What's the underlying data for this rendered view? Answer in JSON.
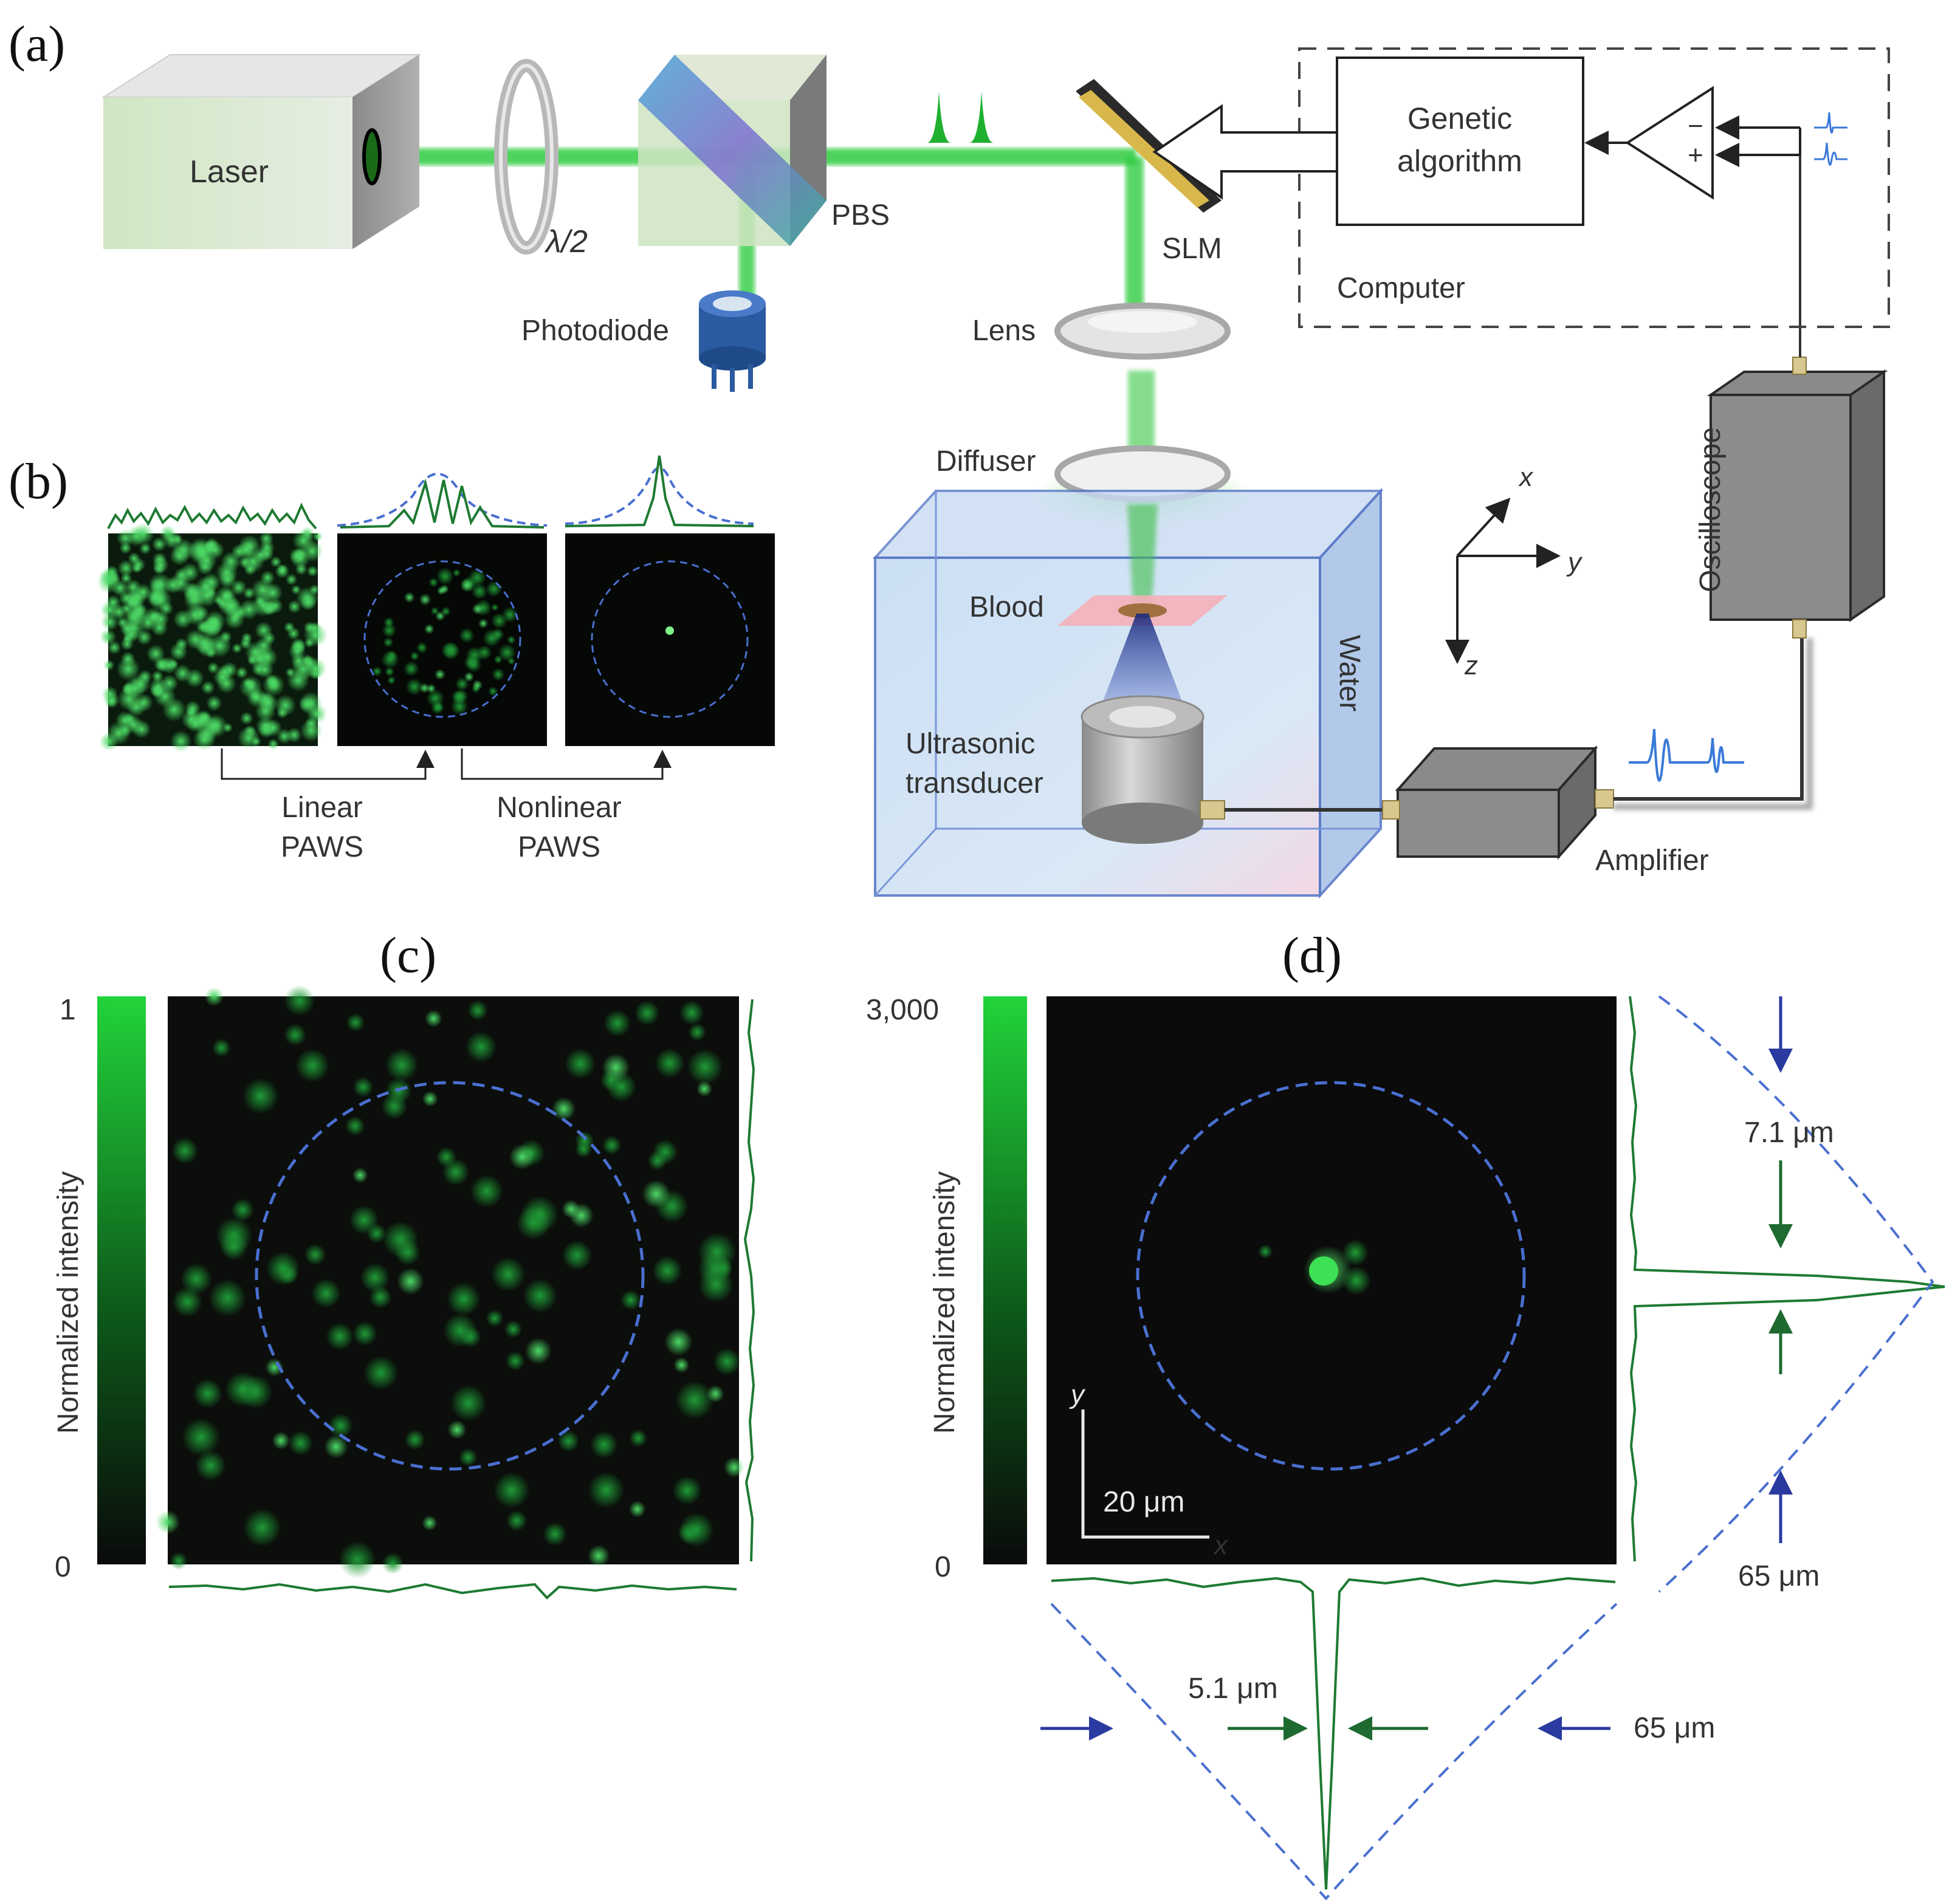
{
  "panels": {
    "a": "(a)",
    "b": "(b)",
    "c": "(c)",
    "d": "(d)"
  },
  "setup": {
    "laser": "Laser",
    "half_wave": "λ/2",
    "pbs": "PBS",
    "photodiode": "Photodiode",
    "slm": "SLM",
    "lens": "Lens",
    "diffuser": "Diffuser",
    "blood": "Blood",
    "water": "Water",
    "transducer_line1": "Ultrasonic",
    "transducer_line2": "transducer",
    "amplifier": "Amplifier",
    "oscilloscope": "Oscilloscope",
    "computer": "Computer",
    "ga_line1": "Genetic",
    "ga_line2": "algorithm",
    "minus": "−",
    "plus": "+",
    "axis_x": "x",
    "axis_y": "y",
    "axis_z": "z"
  },
  "panel_b": {
    "linear_line1": "Linear",
    "linear_line2": "PAWS",
    "nonlinear_line1": "Nonlinear",
    "nonlinear_line2": "PAWS"
  },
  "panel_c": {
    "colorbar_max": "1",
    "colorbar_min": "0",
    "colorbar_label": "Normalized intensity"
  },
  "panel_d": {
    "colorbar_max": "3,000",
    "colorbar_min": "0",
    "colorbar_label": "Normalized intensity",
    "scalebar": "20 μm",
    "axis_x": "x",
    "axis_y": "y",
    "fwhm_vertical": "7.1 μm",
    "fwhm_horizontal": "5.1 μm",
    "speckle_vertical": "65 μm",
    "speckle_horizontal": "65 μm"
  },
  "colors": {
    "beam": "#2ecc40",
    "signal_green": "#1e7a32",
    "dashed_blue": "#4a6fd0",
    "arrow_blue": "#2a3aa0",
    "arrow_green": "#1e6a30",
    "tank_blue": "#b8d4f0"
  }
}
